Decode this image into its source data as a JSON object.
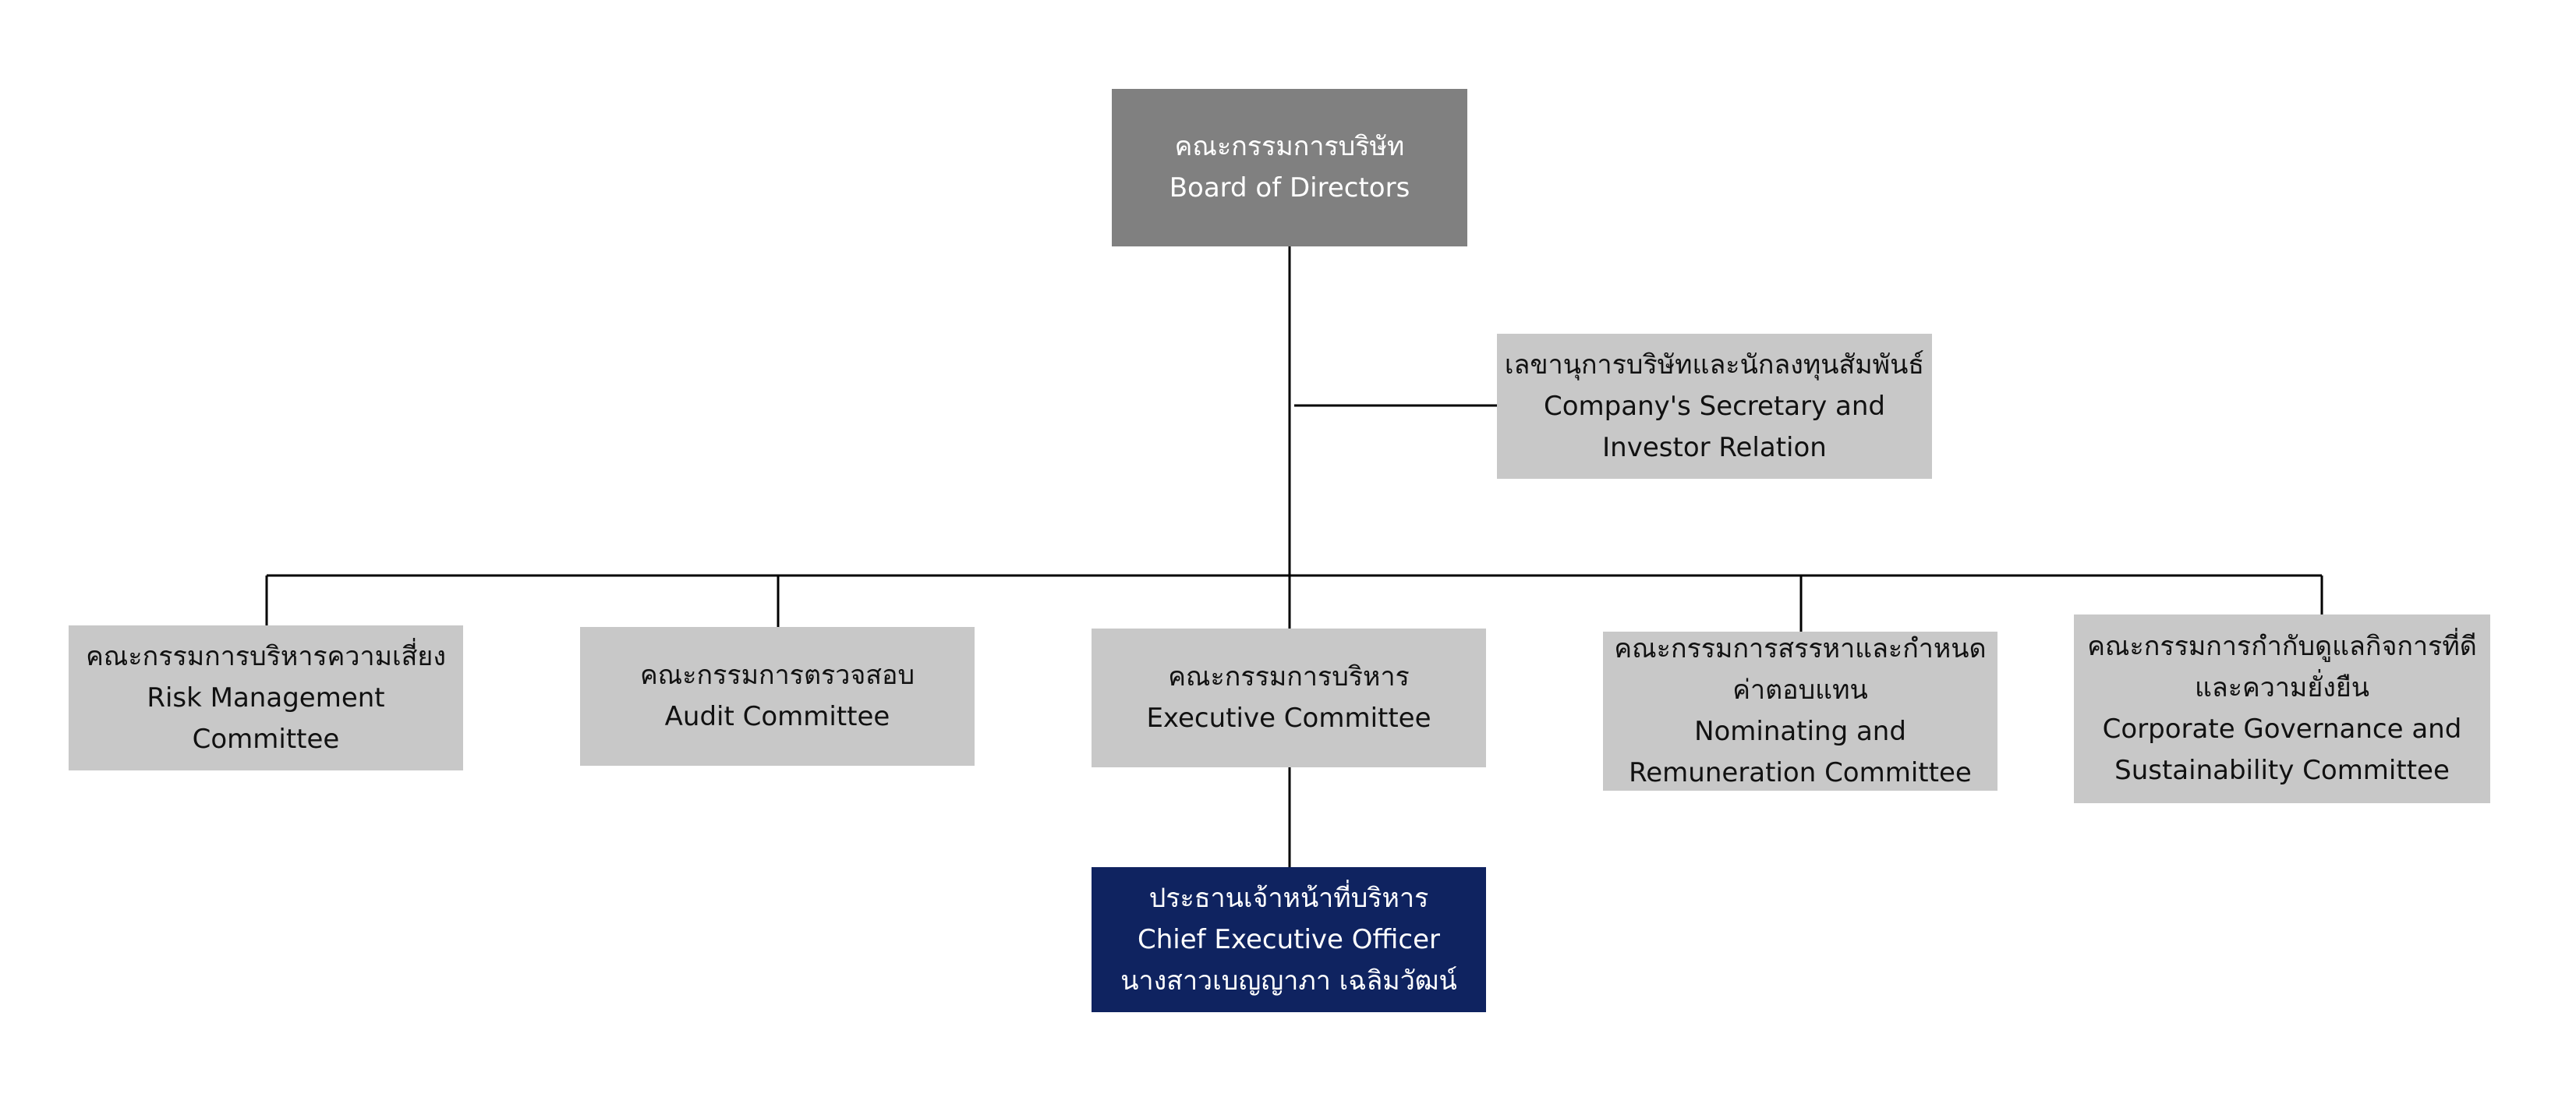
{
  "colors": {
    "board_fill": "#808080",
    "committee_fill": "#c8c8c8",
    "ceo_fill": "#0f2360",
    "connector": "#000000"
  },
  "org_chart": {
    "board": {
      "thai": "คณะกรรมการบริษัท",
      "english": "Board of Directors"
    },
    "secretary": {
      "thai": "เลขานุการบริษัทและนักลงทุนสัมพันธ์",
      "english_line1": "Company's Secretary and",
      "english_line2": "Investor Relation"
    },
    "committees": {
      "risk": {
        "thai": "คณะกรรมการบริหารความเสี่ยง",
        "english_line1": "Risk Management",
        "english_line2": "Committee"
      },
      "audit": {
        "thai": "คณะกรรมการตรวจสอบ",
        "english": "Audit Committee"
      },
      "executive": {
        "thai": "คณะกรรมการบริหาร",
        "english": "Executive Committee"
      },
      "nominating": {
        "thai_line1": "คณะกรรมการสรรหาและกำหนด",
        "thai_line2": "ค่าตอบแทน",
        "english_line1": "Nominating and",
        "english_line2": "Remuneration Committee"
      },
      "governance": {
        "thai_line1": "คณะกรรมการกำกับดูแลกิจการที่ดี",
        "thai_line2": "และความยั่งยืน",
        "english_line1": "Corporate Governance and",
        "english_line2": "Sustainability Committee"
      }
    },
    "ceo": {
      "thai": "ประธานเจ้าหน้าที่บริหาร",
      "english": "Chief Executive Officer",
      "name": "นางสาวเบญญาภา เฉลิมวัฒน์"
    }
  }
}
